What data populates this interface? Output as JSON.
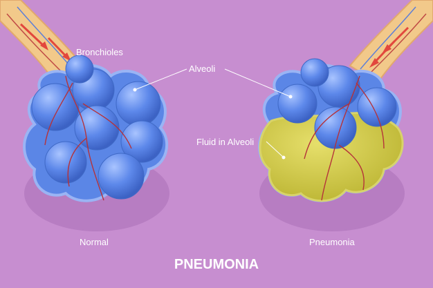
{
  "labels": {
    "bronchioles": "Bronchioles",
    "alveoli": "Alveoli",
    "fluid": "Fluid in Alveoli",
    "normal": "Normal",
    "pneumonia": "Pneumonia"
  },
  "title": "PNEUMONIA",
  "colors": {
    "background": "#c78ed0",
    "alveoli_blue": "#5b86e6",
    "alveoli_outline": "#3f69c6",
    "fluid_yellow": "#c4bf3a",
    "bronchiole_tan": "#f2c98a",
    "vessel_red": "#b5323a",
    "arrow_red": "#e2473d"
  }
}
